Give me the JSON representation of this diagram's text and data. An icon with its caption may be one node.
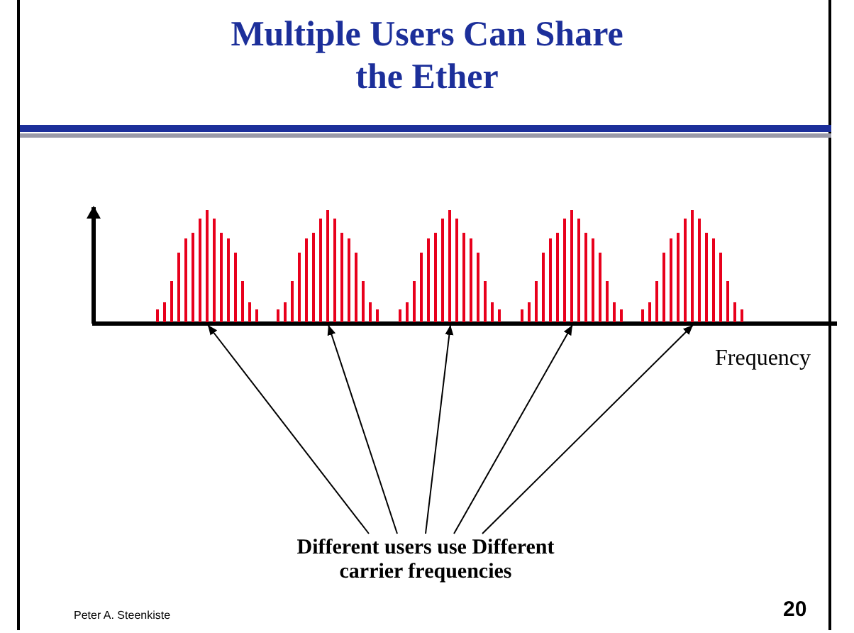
{
  "diagram": {
    "title": "Multiple Users Can Share the Ether",
    "nodes": [
      {
        "text": [
          "Different users use Different carrier frequencies"
        ]
      },
      {
        "text": [],
        "shape": "picture"
      },
      {
        "text": [],
        "shape": "picture"
      },
      {
        "text": [],
        "shape": "picture"
      },
      {
        "text": [],
        "shape": "picture"
      },
      {
        "text": [],
        "shape": "picture"
      }
    ],
    "edges": [
      {
        "from": 0,
        "to": 1,
        "arrow": "to"
      },
      {
        "from": 0,
        "to": 2,
        "arrow": "to"
      },
      {
        "from": 0,
        "to": 3,
        "arrow": "to"
      },
      {
        "from": 0,
        "to": 4,
        "arrow": "to"
      },
      {
        "from": 0,
        "to": 5,
        "arrow": "to"
      }
    ],
    "labels": [
      "Frequency",
      "Peter A. Steenkiste",
      "20"
    ]
  }
}
